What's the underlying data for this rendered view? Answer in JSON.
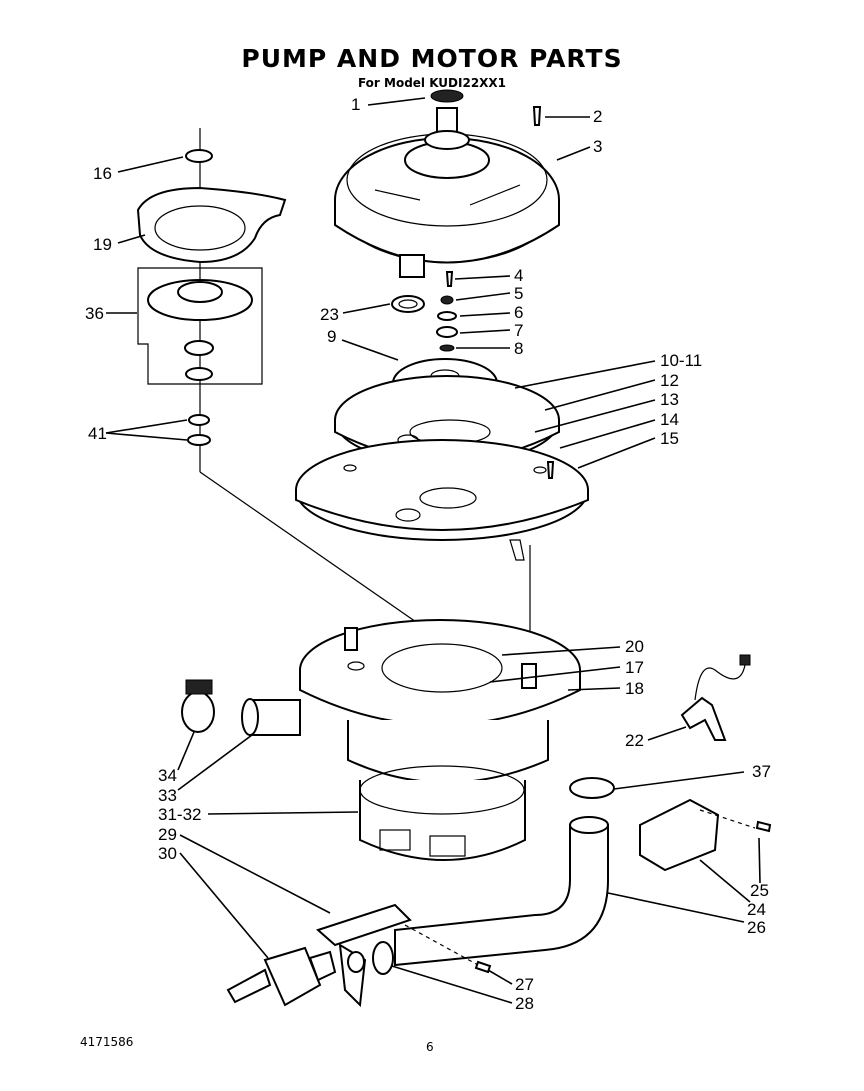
{
  "header": {
    "title": "PUMP AND MOTOR PARTS",
    "subtitle": "For Model KUDI22XX1"
  },
  "footer": {
    "doc_number": "4171586",
    "page_number": "6"
  },
  "callouts": [
    {
      "id": "c1",
      "text": "1"
    },
    {
      "id": "c2",
      "text": "2"
    },
    {
      "id": "c3",
      "text": "3"
    },
    {
      "id": "c4",
      "text": "4"
    },
    {
      "id": "c5",
      "text": "5"
    },
    {
      "id": "c6",
      "text": "6"
    },
    {
      "id": "c7",
      "text": "7"
    },
    {
      "id": "c8",
      "text": "8"
    },
    {
      "id": "c9",
      "text": "9"
    },
    {
      "id": "c10",
      "text": "10-11"
    },
    {
      "id": "c12",
      "text": "12"
    },
    {
      "id": "c13",
      "text": "13"
    },
    {
      "id": "c14",
      "text": "14"
    },
    {
      "id": "c15",
      "text": "15"
    },
    {
      "id": "c16",
      "text": "16"
    },
    {
      "id": "c19",
      "text": "19"
    },
    {
      "id": "c36",
      "text": "36"
    },
    {
      "id": "c23",
      "text": "23"
    },
    {
      "id": "c41",
      "text": "41"
    },
    {
      "id": "c20",
      "text": "20"
    },
    {
      "id": "c17",
      "text": "17"
    },
    {
      "id": "c18",
      "text": "18"
    },
    {
      "id": "c22",
      "text": "22"
    },
    {
      "id": "c37",
      "text": "37"
    },
    {
      "id": "c34",
      "text": "34"
    },
    {
      "id": "c33",
      "text": "33"
    },
    {
      "id": "c3132",
      "text": "31-32"
    },
    {
      "id": "c29",
      "text": "29"
    },
    {
      "id": "c30",
      "text": "30"
    },
    {
      "id": "c25",
      "text": "25"
    },
    {
      "id": "c24",
      "text": "24"
    },
    {
      "id": "c26",
      "text": "26"
    },
    {
      "id": "c27",
      "text": "27"
    },
    {
      "id": "c28",
      "text": "28"
    }
  ]
}
